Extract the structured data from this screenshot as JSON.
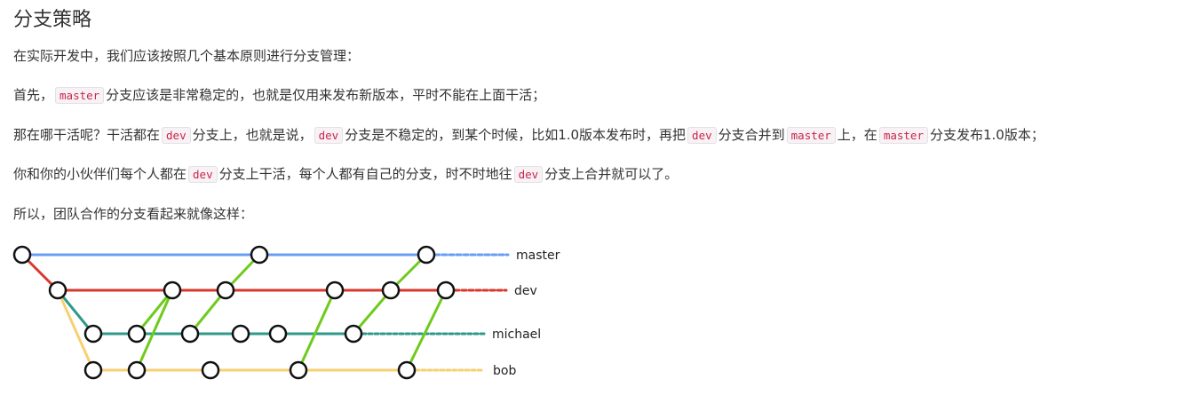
{
  "title": "分支策略",
  "para1": "在实际开发中，我们应该按照几个基本原则进行分支管理：",
  "para2": {
    "t1": "首先，",
    "c1": "master",
    "t2": "分支应该是非常稳定的，也就是仅用来发布新版本，平时不能在上面干活；"
  },
  "para3": {
    "t1": "那在哪干活呢？干活都在",
    "c1": "dev",
    "t2": "分支上，也就是说，",
    "c2": "dev",
    "t3": "分支是不稳定的，到某个时候，比如1.0版本发布时，再把",
    "c3": "dev",
    "t4": "分支合并到",
    "c4": "master",
    "t5": "上，在",
    "c5": "master",
    "t6": "分支发布1.0版本；"
  },
  "para4": {
    "t1": "你和你的小伙伴们每个人都在",
    "c1": "dev",
    "t2": "分支上干活，每个人都有自己的分支，时不时地往",
    "c2": "dev",
    "t3": "分支上合并就可以了。"
  },
  "para5": "所以，团队合作的分支看起来就像这样：",
  "diagram": {
    "branch_labels": {
      "master": "master",
      "dev": "dev",
      "michael": "michael",
      "bob": "bob"
    },
    "colors": {
      "master": "#6a9ef5",
      "dev": "#d9382f",
      "michael": "#2f9a8a",
      "bob": "#f8d071",
      "merge": "#6ecb1c",
      "node_fill": "#ffffff",
      "node_stroke": "#111111"
    }
  }
}
